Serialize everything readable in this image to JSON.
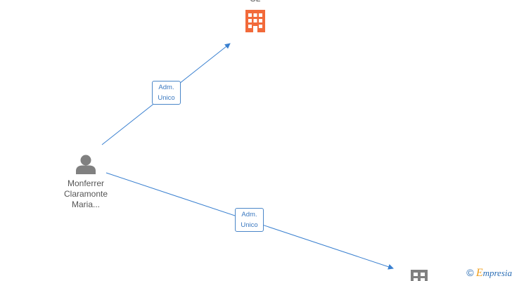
{
  "nodes": {
    "top_company": {
      "label": "SL",
      "icon": "building-icon",
      "color": "#f26a3a"
    },
    "person": {
      "label_lines": [
        "Monferrer",
        "Claramonte",
        "Maria..."
      ],
      "icon": "person-icon",
      "color": "#808080"
    },
    "bottom_company": {
      "icon": "building-icon",
      "color": "#808080"
    }
  },
  "edges": [
    {
      "label_lines": [
        "Adm.",
        "Unico"
      ]
    },
    {
      "label_lines": [
        "Adm.",
        "Unico"
      ]
    }
  ],
  "colors": {
    "edge": "#3a80d0",
    "edge_label_border": "#4a86c8"
  },
  "watermark": {
    "copyright": "©",
    "brand_first": "E",
    "brand_rest": "mpresia"
  }
}
